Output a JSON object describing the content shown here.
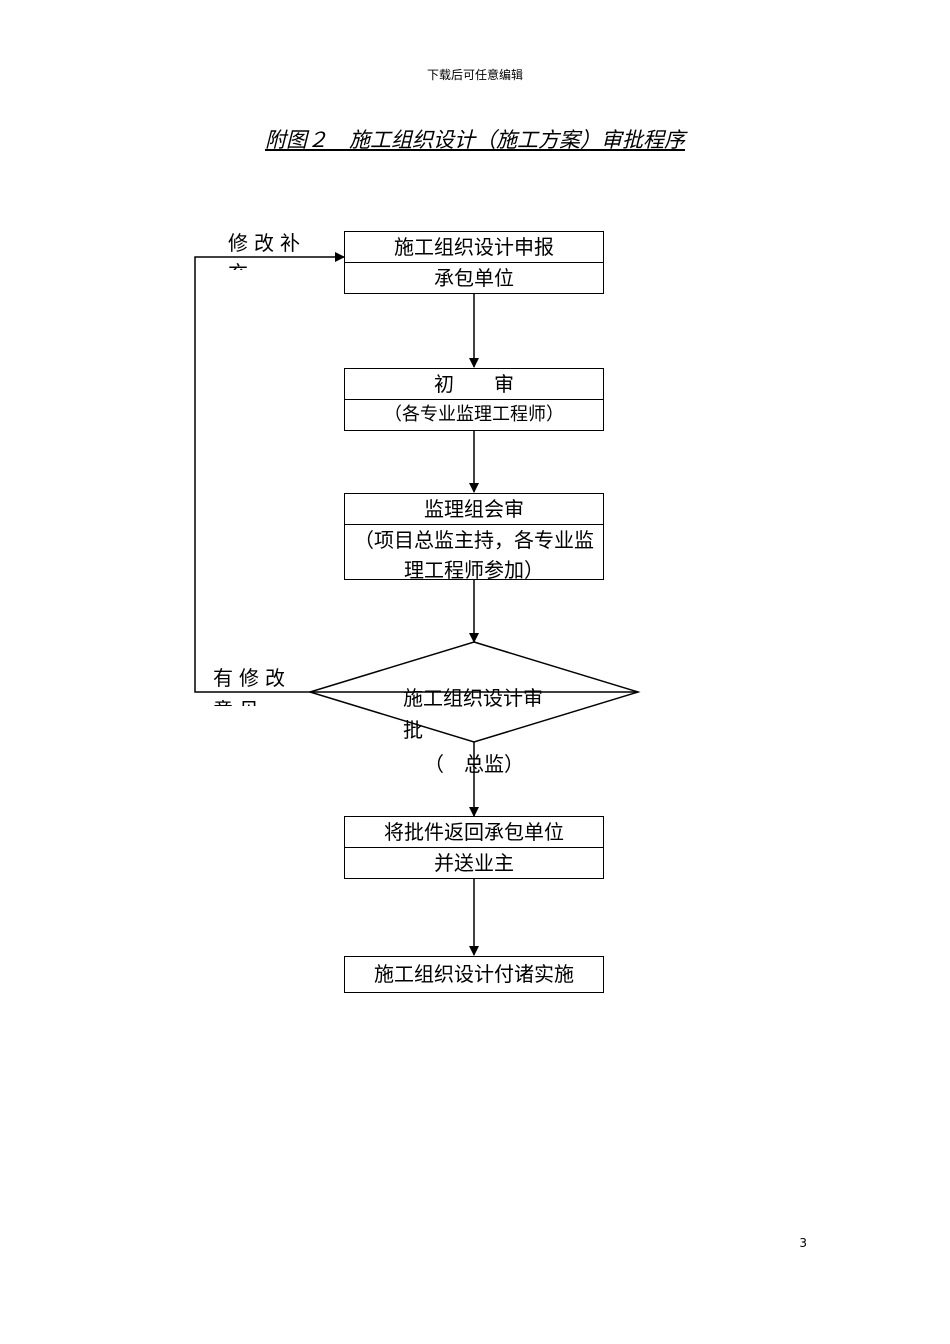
{
  "header_note": "下载后可任意编辑",
  "title": "附图２　施工组织设计（施工方案）审批程序",
  "nodes": {
    "submit": {
      "line1": "施工组织设计申报",
      "line2": "承包单位"
    },
    "initial": {
      "line1": "初　　审",
      "line2": "（各专业监理工程师）"
    },
    "group": {
      "line1": "监理组会审",
      "line2": "（项目总监主持，各专业监理工程师参加）"
    },
    "decision": {
      "line1": "施工组织设计审批",
      "line2": "（　总监）"
    },
    "return": {
      "line1": "将批件返回承包单位",
      "line2": "并送业主"
    },
    "implement": {
      "line1": "施工组织设计付诸实施"
    }
  },
  "loop_labels": {
    "revise": "修改补充",
    "has_opinion": "有修改意见"
  },
  "page_number": "3"
}
